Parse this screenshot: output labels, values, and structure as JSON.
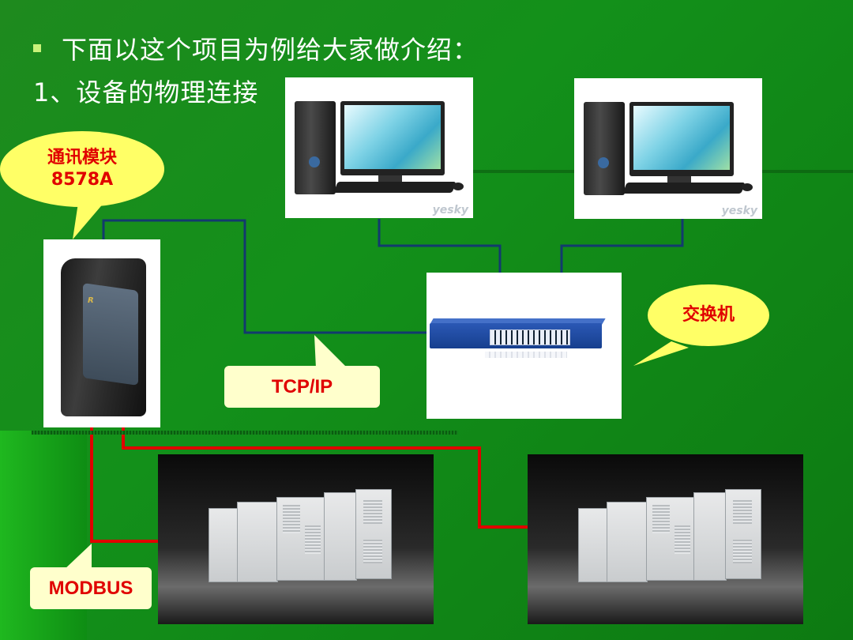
{
  "slide": {
    "bullet_text": "下面以这个项目为例给大家做介绍：",
    "subtitle": "1、设备的物理连接"
  },
  "callouts": {
    "module_line1": "通讯模块",
    "module_line2": "8578A",
    "switch": "交换机",
    "tcpip": "TCP/IP",
    "modbus": "MODBUS"
  },
  "images": {
    "pc_watermark": "yesky"
  },
  "colors": {
    "background": "#13901a",
    "network_wire": "#123a6e",
    "modbus_wire": "#e00000",
    "callout_fill": "#ffff66",
    "label_fill": "#ffffcc",
    "callout_text": "#e00000",
    "bullet": "#c9f27a"
  }
}
